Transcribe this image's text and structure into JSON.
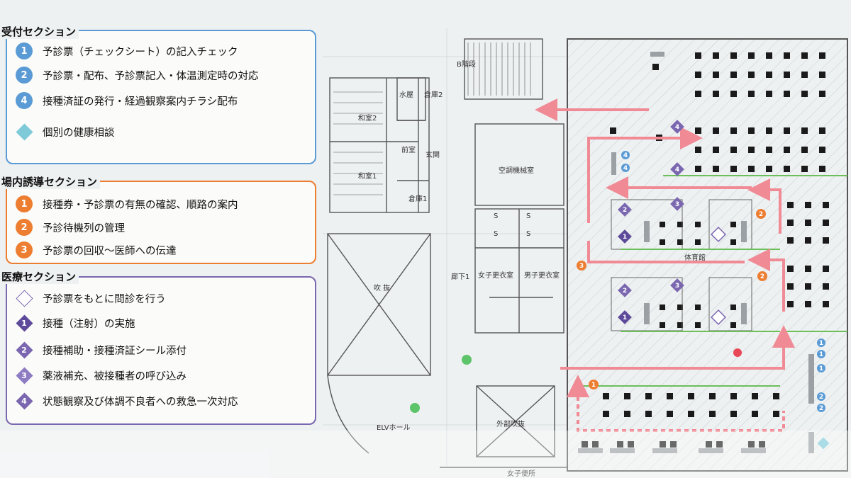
{
  "reception": {
    "title": "受付セクション",
    "color": "#5b9bd5",
    "items": [
      {
        "marker": "1",
        "shape": "circle",
        "text": "予診票（チェックシート）の記入チェック"
      },
      {
        "marker": "2",
        "shape": "circle",
        "text": "予診票・配布、予診票記入・体温測定時の対応"
      },
      {
        "marker": "4",
        "shape": "circle",
        "text": "接種済証の発行・経過観察案内チラシ配布"
      },
      {
        "marker": "",
        "shape": "diamond",
        "text": "個別の健康相談"
      }
    ]
  },
  "guidance": {
    "title": "場内誘導セクション",
    "color": "#ed7d31",
    "items": [
      {
        "marker": "1",
        "shape": "circle",
        "text": "接種券・予診票の有無の確認、順路の案内"
      },
      {
        "marker": "2",
        "shape": "circle",
        "text": "予診待機列の管理"
      },
      {
        "marker": "3",
        "shape": "circle",
        "text": "予診票の回収～医師への伝達"
      }
    ]
  },
  "medical": {
    "title": "医療セクション",
    "color": "#7a67b0",
    "items": [
      {
        "marker": "",
        "shape": "diamond-outline",
        "text": "予診票をもとに問診を行う"
      },
      {
        "marker": "1",
        "shape": "diamond",
        "text": "接種（注射）の実施"
      },
      {
        "marker": "2",
        "shape": "diamond",
        "text": "接種補助・接種済証シール添付"
      },
      {
        "marker": "3",
        "shape": "diamond",
        "text": "薬液補充、被接種者の呼び込み"
      },
      {
        "marker": "4",
        "shape": "diamond",
        "text": "状態観察及び体調不良者への救急一次対応"
      }
    ]
  },
  "floor": {
    "stairs_b": "B階段",
    "washitsu2": "和室2",
    "washitsu1": "和室1",
    "mizuya": "水屋",
    "souko2": "倉庫2",
    "souko1": "倉庫1",
    "genkan": "玄関",
    "maeshitsu": "前室",
    "kucho": "空調機械室",
    "fukinuke": "吹 抜",
    "rouka1": "廊下1",
    "women_locker": "女子更衣室",
    "men_locker": "男子更衣室",
    "elv_hall": "ELVホール",
    "outer_void": "外部吹抜",
    "women_toilet": "女子便所",
    "gym": "体育館",
    "restroom_s": "S"
  }
}
